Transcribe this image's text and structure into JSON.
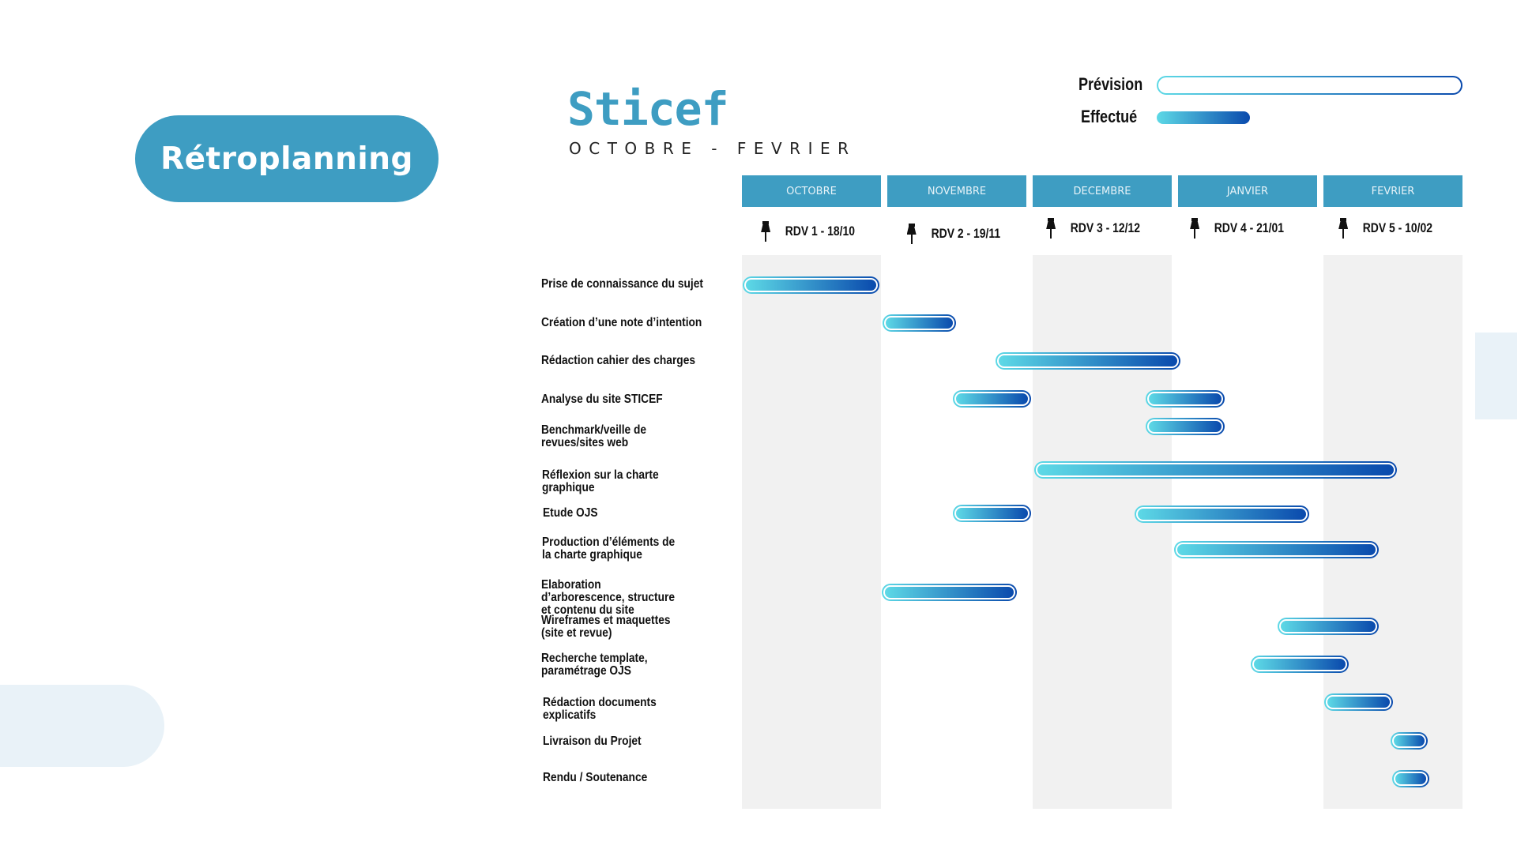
{
  "slide": {
    "section_label": "Rétroplanning",
    "title": "Sticef",
    "subtitle": "OCTOBRE - FEVRIER"
  },
  "legend": {
    "planned_label": "Prévision",
    "done_label": "Effectué"
  },
  "colors": {
    "accent": "#3e9dc2",
    "bar_start": "#5dd9e6",
    "bar_end": "#0a4aad",
    "column_gray": "#f1f1f1",
    "deco": "#e9f2f8"
  },
  "months": [
    {
      "label": "OCTOBRE",
      "rdv": "RDV 1 - 18/10"
    },
    {
      "label": "NOVEMBRE",
      "rdv": "RDV 2 - 19/11"
    },
    {
      "label": "DECEMBRE",
      "rdv": "RDV 3 - 12/12"
    },
    {
      "label": "JANVIER",
      "rdv": "RDV 4 - 21/01"
    },
    {
      "label": "FEVRIER",
      "rdv": "RDV 5 - 10/02"
    }
  ],
  "tasks": [
    {
      "label": "Prise de connaissance du sujet"
    },
    {
      "label": "Création d’une note d’intention"
    },
    {
      "label": "Rédaction cahier des charges"
    },
    {
      "label": "Analyse du site STICEF"
    },
    {
      "label": "Benchmark/veille de revues/sites web"
    },
    {
      "label": "Réflexion sur la charte graphique"
    },
    {
      "label": "Etude OJS"
    },
    {
      "label": "Production d’éléments de la charte graphique"
    },
    {
      "label": "Elaboration d’arborescence, structure et contenu du site"
    },
    {
      "label": "Wireframes et maquettes (site et revue)"
    },
    {
      "label": "Recherche template, paramétrage OJS"
    },
    {
      "label": "Rédaction documents explicatifs"
    },
    {
      "label": "Livraison du Projet"
    },
    {
      "label": "Rendu / Soutenance"
    }
  ],
  "chart_data": {
    "type": "gantt",
    "title": "Sticef",
    "subtitle": "OCTOBRE - FEVRIER",
    "x_categories": [
      "OCTOBRE",
      "NOVEMBRE",
      "DECEMBRE",
      "JANVIER",
      "FEVRIER"
    ],
    "milestones": [
      "RDV 1 - 18/10",
      "RDV 2 - 19/11",
      "RDV 3 - 12/12",
      "RDV 4 - 21/01",
      "RDV 5 - 10/02"
    ],
    "legend": [
      "Prévision",
      "Effectué"
    ],
    "x_unit": "month index (0 = start of Octobre, 5 = end of Fevrier)",
    "series": [
      {
        "task": "Prise de connaissance du sujet",
        "segments": [
          [
            0.0,
            1.0
          ]
        ]
      },
      {
        "task": "Création d’une note d’intention",
        "segments": [
          [
            1.0,
            1.5
          ]
        ]
      },
      {
        "task": "Rédaction cahier des charges",
        "segments": [
          [
            1.75,
            3.05
          ]
        ]
      },
      {
        "task": "Analyse du site STICEF",
        "segments": [
          [
            1.5,
            2.0
          ],
          [
            2.8,
            3.35
          ]
        ]
      },
      {
        "task": "Benchmark/veille de revues/sites web",
        "segments": [
          [
            2.8,
            3.35
          ]
        ]
      },
      {
        "task": "Réflexion sur la charte graphique",
        "segments": [
          [
            2.0,
            4.6
          ]
        ]
      },
      {
        "task": "Etude OJS",
        "segments": [
          [
            1.5,
            2.0
          ],
          [
            2.7,
            4.0
          ]
        ]
      },
      {
        "task": "Production d’éléments de la charte graphique",
        "segments": [
          [
            3.0,
            4.45
          ]
        ]
      },
      {
        "task": "Elaboration d’arborescence, structure et contenu du site",
        "segments": [
          [
            1.0,
            1.95
          ]
        ]
      },
      {
        "task": "Wireframes et maquettes (site et revue)",
        "segments": [
          [
            3.75,
            4.45
          ]
        ]
      },
      {
        "task": "Recherche template, paramétrage OJS",
        "segments": [
          [
            3.55,
            4.25
          ]
        ]
      },
      {
        "task": "Rédaction documents explicatifs",
        "segments": [
          [
            4.0,
            4.5
          ]
        ]
      },
      {
        "task": "Livraison du Projet",
        "segments": [
          [
            4.5,
            4.75
          ]
        ]
      },
      {
        "task": "Rendu / Soutenance",
        "segments": [
          [
            4.5,
            4.75
          ]
        ]
      }
    ],
    "grid": "alternating gray month columns"
  }
}
